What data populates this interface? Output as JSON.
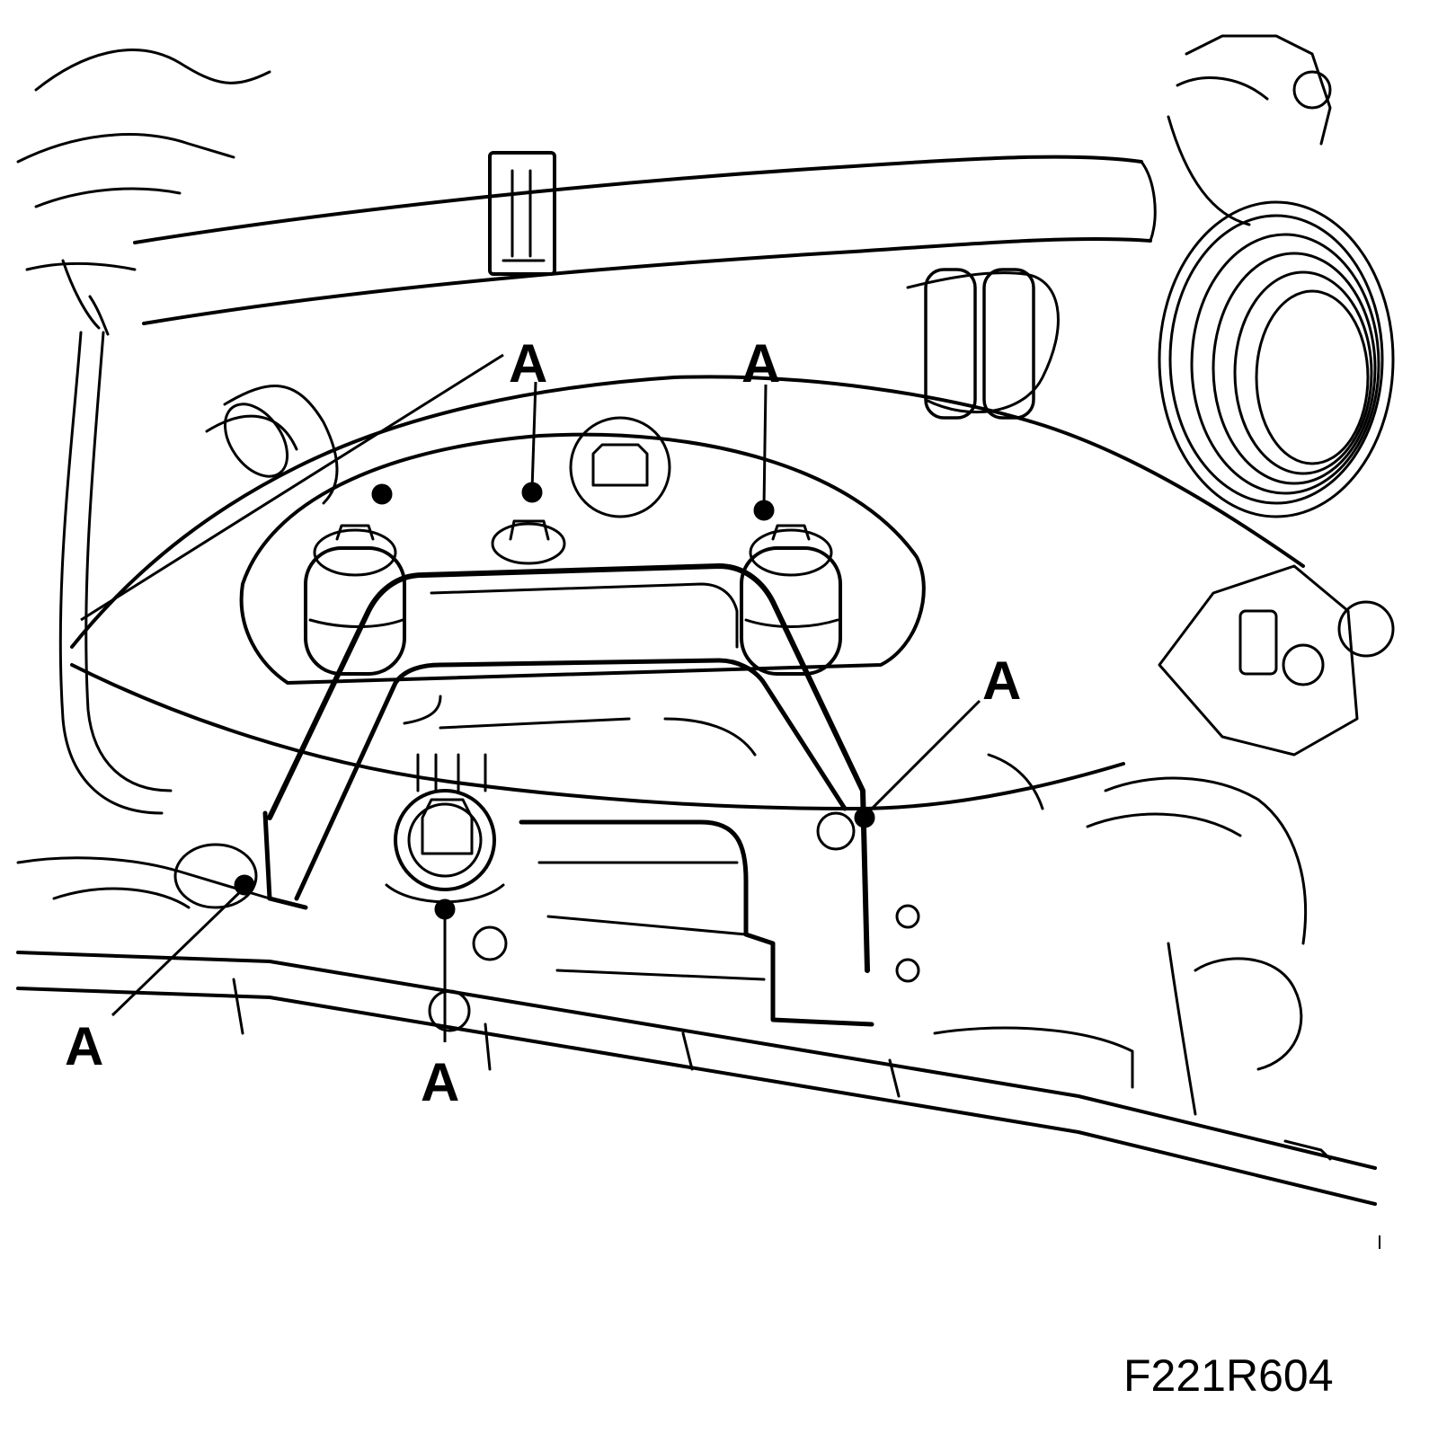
{
  "figure": {
    "id": "F221R604",
    "stroke_color": "#000000",
    "background_color": "#ffffff"
  },
  "callouts": [
    {
      "label": "A"
    },
    {
      "label": "A"
    },
    {
      "label": "A"
    },
    {
      "label": "A"
    },
    {
      "label": "A"
    },
    {
      "label": "A"
    }
  ]
}
